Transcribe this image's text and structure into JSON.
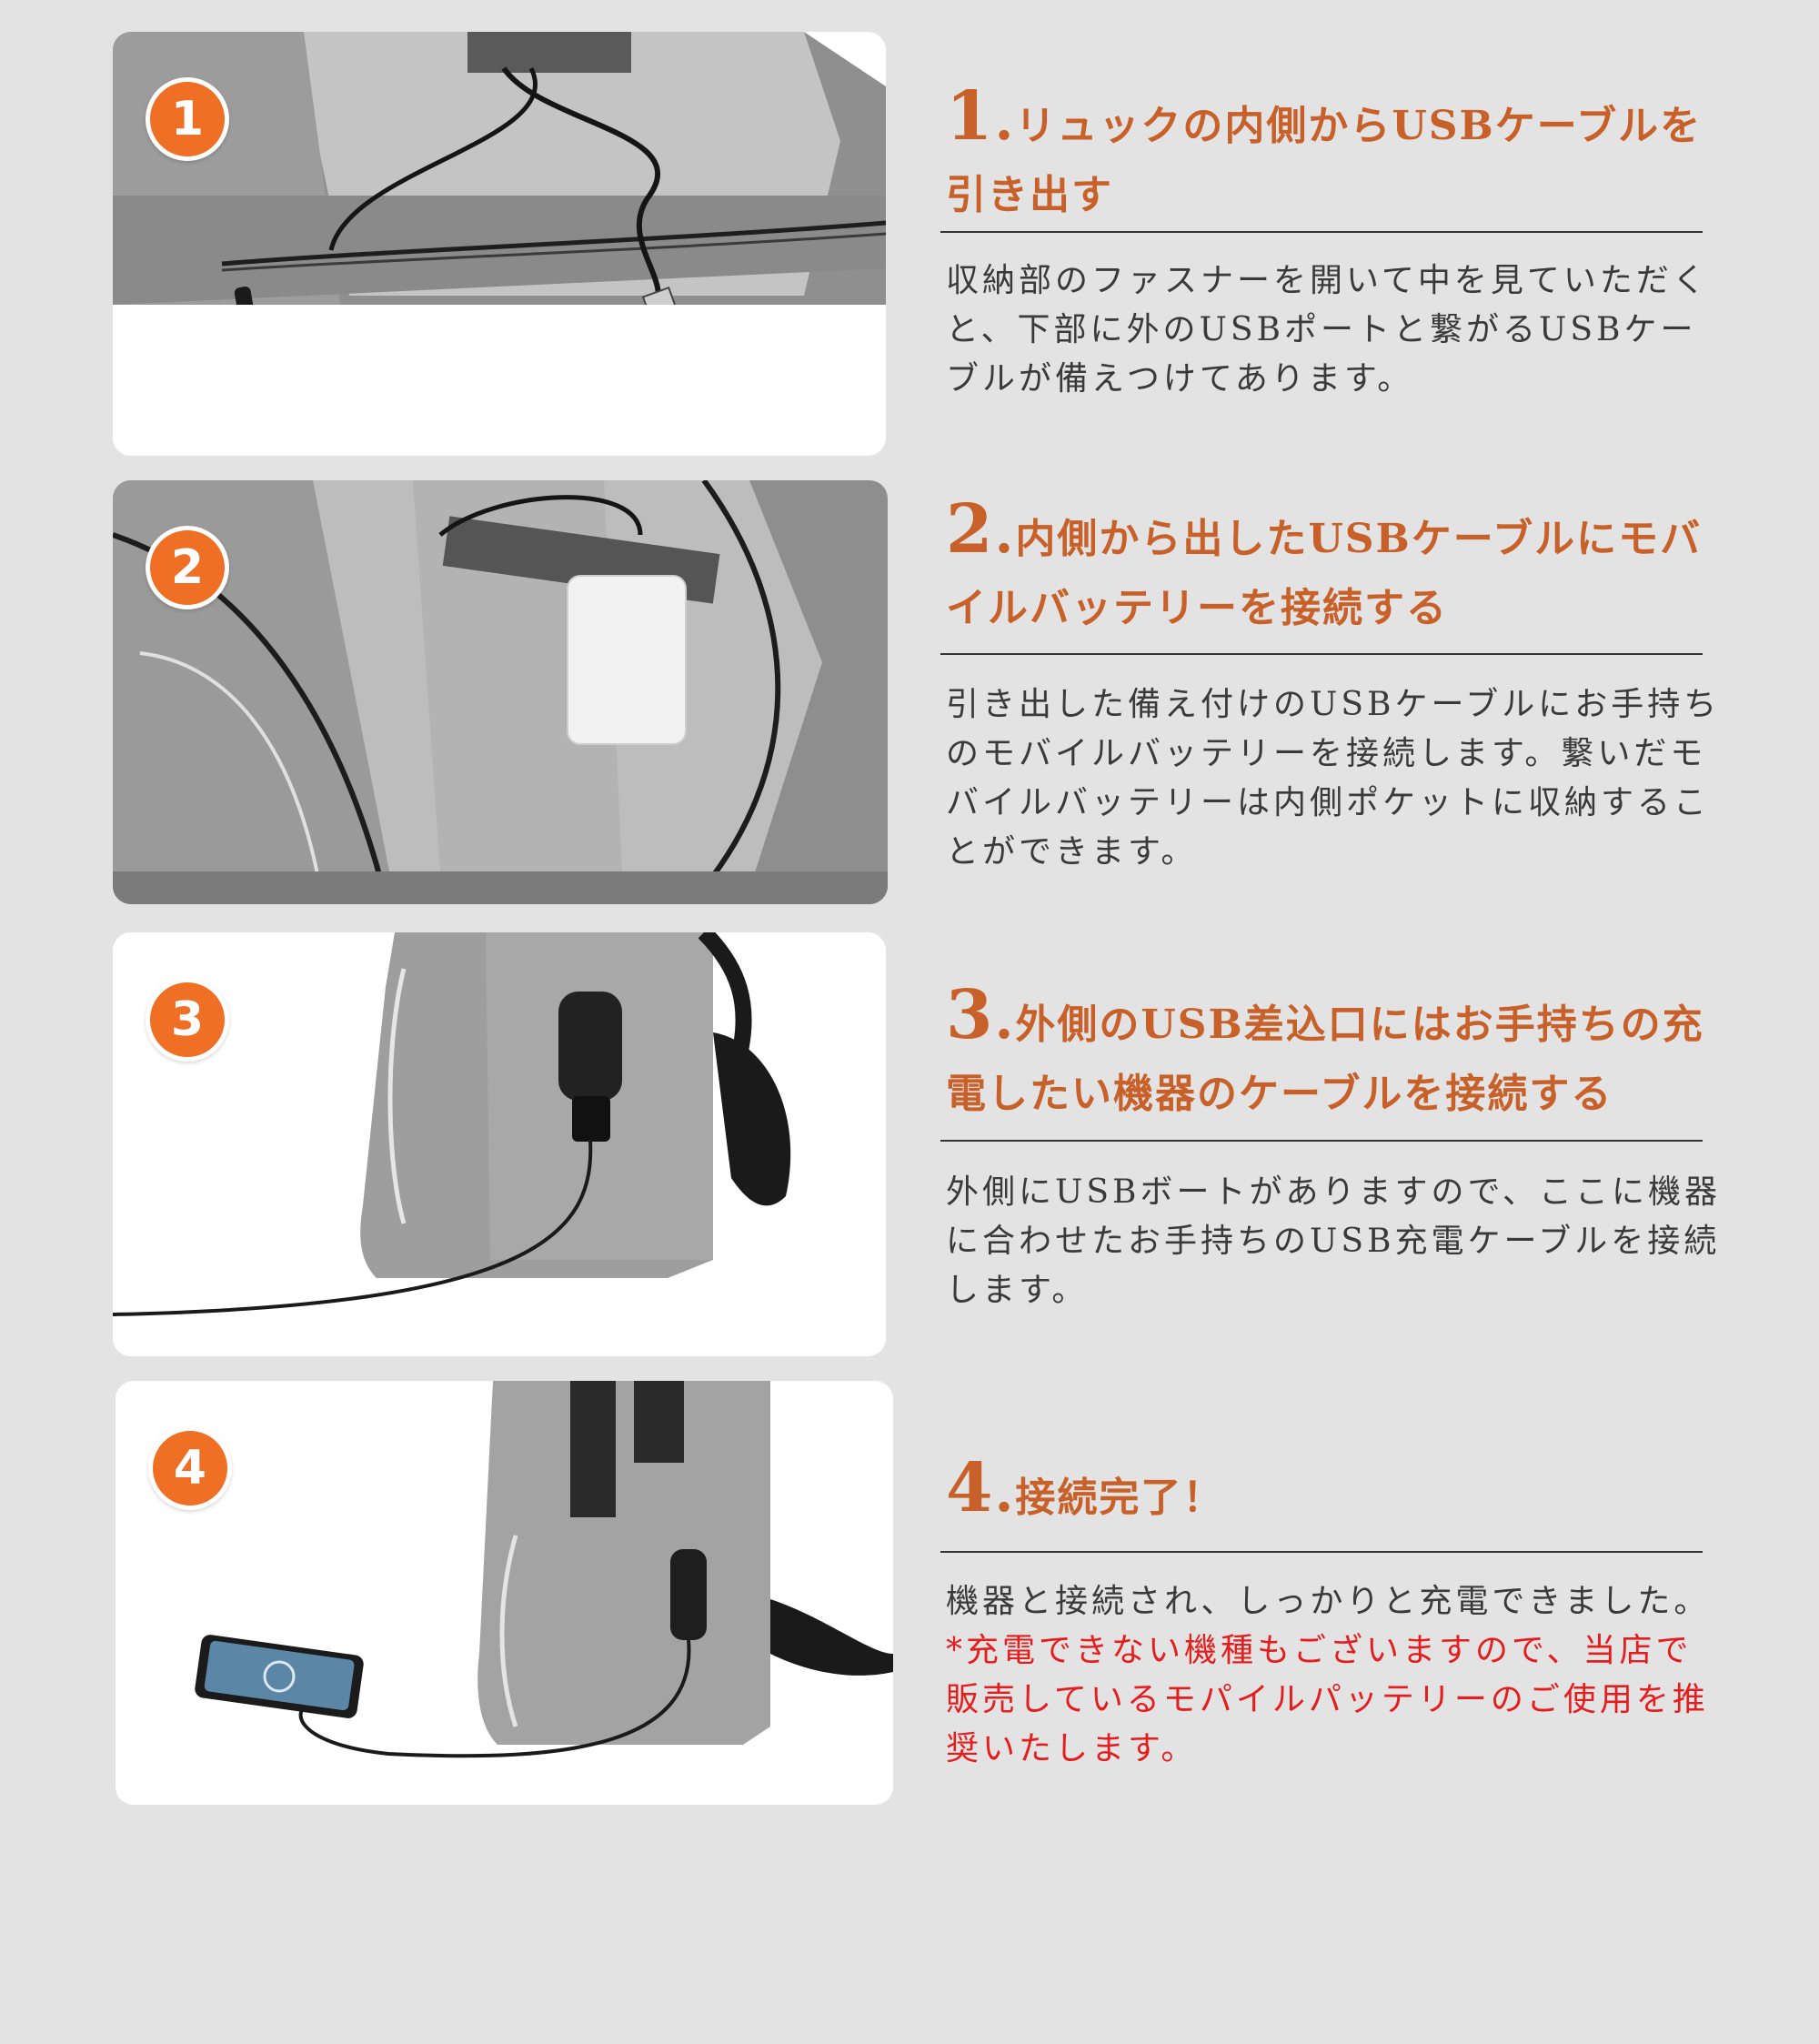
{
  "steps": [
    {
      "badge": "1",
      "title_num": "1",
      "title_dot": ".",
      "title": "リュックの内側からUSBケーブルを引き出す",
      "description": "収納部のファスナーを開いて中を見ていただくと、下部に外のUSBポートと繋がるUSBケーブルが備えつけてあります。"
    },
    {
      "badge": "2",
      "title_num": "2",
      "title_dot": ".",
      "title": "内側から出したUSBケーブルにモバイルバッテリーを接続する",
      "description": "引き出した備え付けのUSBケーブルにお手持ちのモバイルバッテリーを接続します。繋いだモバイルバッテリーは内側ポケットに収納することができます。"
    },
    {
      "badge": "3",
      "title_num": "3",
      "title_dot": ".",
      "title": "外側のUSB差込口にはお手持ちの充電したい機器のケーブルを接続する",
      "description": "外側にUSBボートがありますので、ここに機器に合わせたお手持ちのUSB充電ケーブルを接続します。"
    },
    {
      "badge": "4",
      "title_num": "4",
      "title_dot": ".",
      "title": "接続完了！",
      "description": "機器と接続され、しっかりと充電できました。",
      "note": "*充電できない機種もございますので、当店で販売しているモパイルパッテリーのご使用を推奨いたします。"
    }
  ],
  "colors": {
    "background": "#e3e3e3",
    "badge": "#ef7025",
    "title": "#c8602a",
    "note": "#e41e1e"
  }
}
